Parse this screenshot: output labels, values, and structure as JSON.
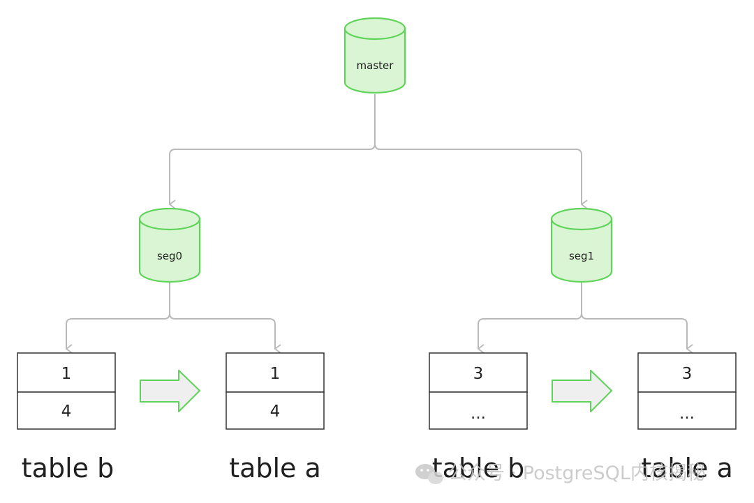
{
  "nodes": {
    "master": {
      "label": "master"
    },
    "seg0": {
      "label": "seg0"
    },
    "seg1": {
      "label": "seg1"
    }
  },
  "tables": [
    {
      "name": "table b",
      "cells": [
        "1",
        "4"
      ]
    },
    {
      "name": "table a",
      "cells": [
        "1",
        "4"
      ]
    },
    {
      "name": "table b",
      "cells": [
        "3",
        "..."
      ]
    },
    {
      "name": "table a",
      "cells": [
        "3",
        "..."
      ]
    }
  ],
  "watermark": {
    "text": "公众号 · PostgreSQL内核揭秘"
  },
  "colors": {
    "cylinder_fill": "#d9f5d3",
    "cylinder_stroke": "#5fd35a",
    "connector": "#b9b9b9",
    "arrow_fill": "#efefef",
    "arrow_stroke": "#5fd35a",
    "table_stroke": "#333333"
  }
}
